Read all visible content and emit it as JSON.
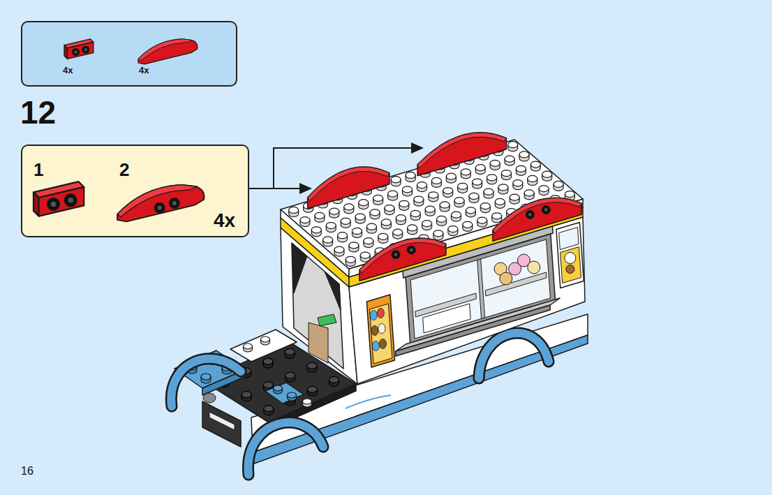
{
  "diagram": {
    "nodes": [
      {
        "text": [
          "4x",
          "4x"
        ]
      },
      {
        "text": [
          "1",
          "2",
          "4x"
        ]
      }
    ],
    "labels": [
      "12",
      "16"
    ]
  }
}
